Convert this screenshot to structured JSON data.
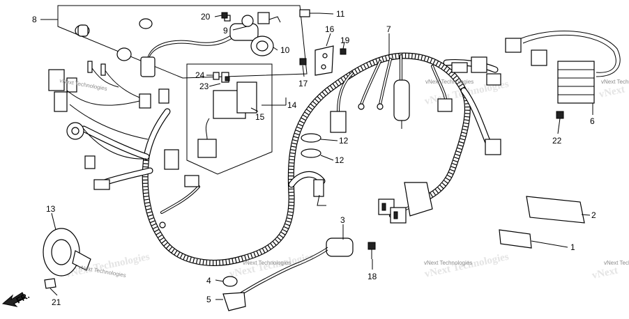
{
  "diagram": {
    "direction_label": "FR.",
    "watermark_text": "vNext Technologies",
    "callouts": [
      {
        "id": "c1",
        "label": "1"
      },
      {
        "id": "c2",
        "label": "2"
      },
      {
        "id": "c3",
        "label": "3"
      },
      {
        "id": "c4",
        "label": "4"
      },
      {
        "id": "c5",
        "label": "5"
      },
      {
        "id": "c6",
        "label": "6"
      },
      {
        "id": "c7",
        "label": "7"
      },
      {
        "id": "c8",
        "label": "8"
      },
      {
        "id": "c9",
        "label": "9"
      },
      {
        "id": "c10",
        "label": "10"
      },
      {
        "id": "c11",
        "label": "11"
      },
      {
        "id": "c12a",
        "label": "12"
      },
      {
        "id": "c12b",
        "label": "12"
      },
      {
        "id": "c13",
        "label": "13"
      },
      {
        "id": "c14",
        "label": "14"
      },
      {
        "id": "c15",
        "label": "15"
      },
      {
        "id": "c16",
        "label": "16"
      },
      {
        "id": "c17",
        "label": "17"
      },
      {
        "id": "c18",
        "label": "18"
      },
      {
        "id": "c19",
        "label": "19"
      },
      {
        "id": "c20",
        "label": "20"
      },
      {
        "id": "c21",
        "label": "21"
      },
      {
        "id": "c22",
        "label": "22"
      },
      {
        "id": "c23",
        "label": "23"
      },
      {
        "id": "c24",
        "label": "24"
      }
    ]
  }
}
